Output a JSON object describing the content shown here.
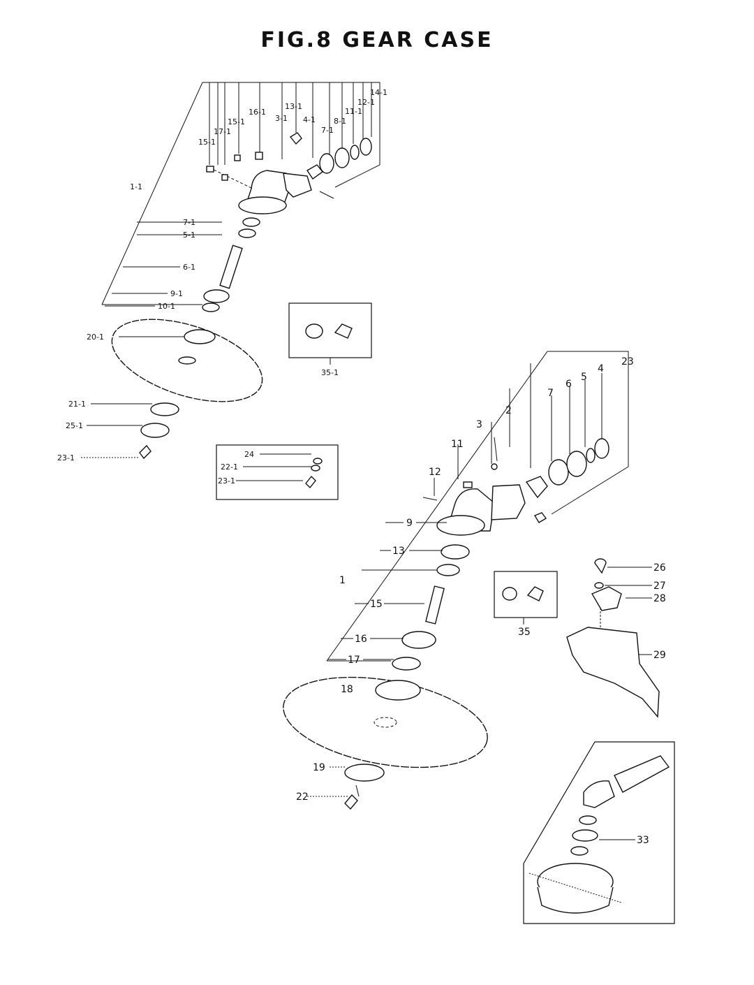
{
  "title": "FIG.8  GEAR CASE",
  "labels_upper": {
    "l14_1": "14-1",
    "l12_1": "12-1",
    "l11_1": "11-1",
    "l13_1": "13-1",
    "l16_1": "16-1",
    "l3_1": "3-1",
    "l4_1": "4-1",
    "l8_1": "8-1",
    "l15_1a": "15-1",
    "l7_1a": "7-1",
    "l17_1": "17-1",
    "l15_1b": "15-1",
    "l1_1": "1-1",
    "l7_1b": "7-1",
    "l5_1": "5-1",
    "l6_1": "6-1",
    "l9_1": "9-1",
    "l10_1": "10-1",
    "l20_1": "20-1",
    "l21_1": "21-1",
    "l25_1": "25-1",
    "l23_1": "23-1",
    "l35_1": "35-1"
  },
  "inset_small": {
    "l24": "24",
    "l22_1": "22-1",
    "l23_1": "23-1"
  },
  "labels_lower": {
    "l23": "23",
    "l4": "4",
    "l5": "5",
    "l6": "6",
    "l7": "7",
    "l2": "2",
    "l3": "3",
    "l11": "11",
    "l12": "12",
    "l9": "9",
    "l13": "13",
    "l1": "1",
    "l15": "15",
    "l16": "16",
    "l17": "17",
    "l18": "18",
    "l19": "19",
    "l22": "22",
    "l35": "35"
  },
  "labels_right": {
    "l26": "26",
    "l27": "27",
    "l28": "28",
    "l29": "29",
    "l33": "33"
  }
}
